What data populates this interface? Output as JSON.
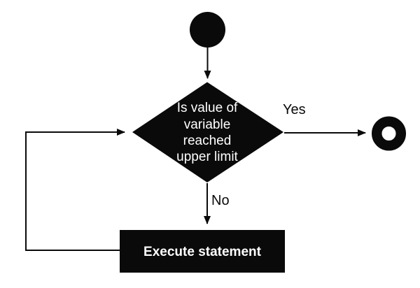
{
  "diagram": {
    "type": "flowchart",
    "background_color": "#ffffff",
    "ink_color": "#0a0a0a",
    "node_text_color": "#ffffff",
    "start_node": {
      "kind": "start",
      "shape": "filled-circle"
    },
    "decision_node": {
      "kind": "decision",
      "shape": "diamond",
      "lines": [
        "Is value of",
        "variable",
        "reached",
        "upper limit"
      ],
      "full_text": "Is value of variable reached upper limit"
    },
    "process_node": {
      "kind": "process",
      "shape": "rectangle",
      "label": "Execute statement"
    },
    "end_node": {
      "kind": "end",
      "shape": "ring-circle"
    },
    "edges": {
      "yes_label": "Yes",
      "no_label": "No",
      "connections": [
        {
          "from": "start",
          "to": "decision",
          "label": ""
        },
        {
          "from": "decision",
          "to": "end",
          "label": "Yes"
        },
        {
          "from": "decision",
          "to": "process",
          "label": "No"
        },
        {
          "from": "process",
          "to": "decision",
          "label": ""
        }
      ]
    }
  }
}
